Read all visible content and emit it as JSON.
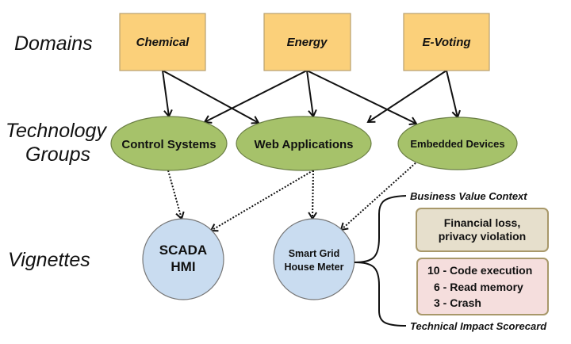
{
  "row_labels": {
    "domains": "Domains",
    "technology_groups_line1": "Technology",
    "technology_groups_line2": "Groups",
    "vignettes": "Vignettes"
  },
  "domains": [
    {
      "id": "chemical",
      "label": "Chemical"
    },
    {
      "id": "energy",
      "label": "Energy"
    },
    {
      "id": "evoting",
      "label": "E-Voting"
    }
  ],
  "technology_groups": [
    {
      "id": "control",
      "label": "Control Systems"
    },
    {
      "id": "web",
      "label": "Web Applications"
    },
    {
      "id": "embedded",
      "label": "Embedded Devices"
    }
  ],
  "vignettes": [
    {
      "id": "scada",
      "line1": "SCADA",
      "line2": "HMI"
    },
    {
      "id": "smartgrid",
      "line1": "Smart Grid",
      "line2": "House Meter"
    }
  ],
  "domain_to_group_edges": [
    [
      "chemical",
      "control"
    ],
    [
      "chemical",
      "web"
    ],
    [
      "energy",
      "control"
    ],
    [
      "energy",
      "web"
    ],
    [
      "energy",
      "embedded"
    ],
    [
      "evoting",
      "web"
    ],
    [
      "evoting",
      "embedded"
    ]
  ],
  "group_to_vignette_edges": [
    [
      "control",
      "scada"
    ],
    [
      "web",
      "scada"
    ],
    [
      "web",
      "smartgrid"
    ],
    [
      "embedded",
      "smartgrid"
    ]
  ],
  "context": {
    "business_label": "Business Value Context",
    "business_line1": "Financial  loss,",
    "business_line2": "privacy violation",
    "technical_label": "Technical Impact Scorecard",
    "technical_items": [
      "10 - Code execution",
      "6 - Read memory",
      "3 - Crash"
    ]
  },
  "colors": {
    "domain_fill": "#fbd07a",
    "domain_stroke": "#b8a070",
    "group_fill": "#a6c26a",
    "group_stroke": "#6b7f45",
    "vignette_fill": "#c9dcf0",
    "vignette_stroke": "#777777",
    "business_fill": "#e6dfcc",
    "business_stroke": "#a8986a",
    "technical_fill": "#f5dedd",
    "technical_stroke": "#a8986a"
  }
}
